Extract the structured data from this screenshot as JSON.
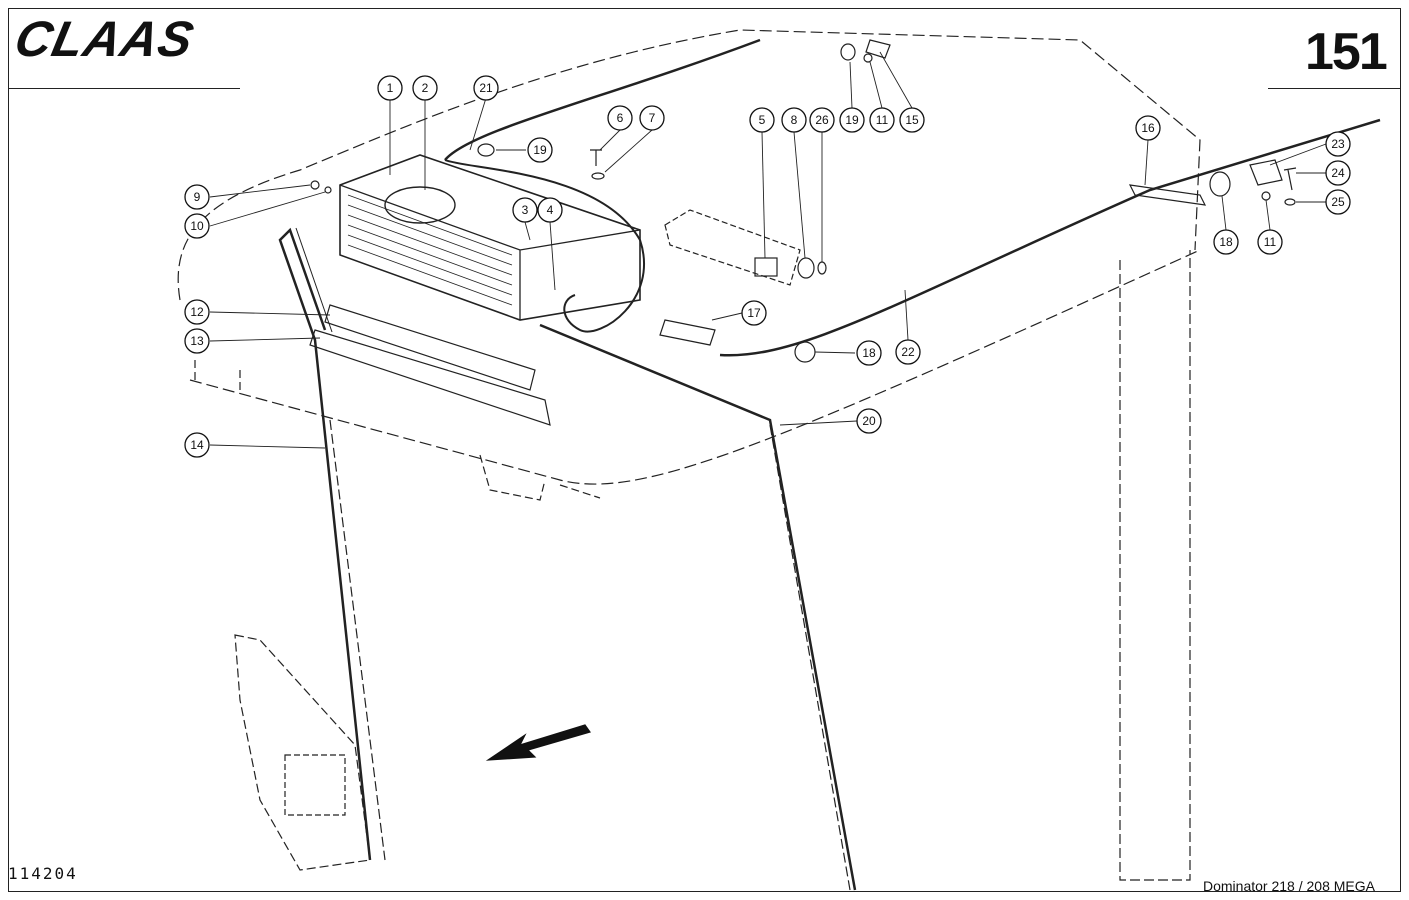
{
  "header": {
    "brand": "CLAAS",
    "page_number": "151"
  },
  "footer": {
    "figure_number": "114204",
    "model": "Dominator 218 / 208 MEGA"
  },
  "callouts": [
    {
      "id": "c1",
      "label": "1"
    },
    {
      "id": "c2",
      "label": "2"
    },
    {
      "id": "c3",
      "label": "3"
    },
    {
      "id": "c4",
      "label": "4"
    },
    {
      "id": "c5",
      "label": "5"
    },
    {
      "id": "c6",
      "label": "6"
    },
    {
      "id": "c7",
      "label": "7"
    },
    {
      "id": "c8",
      "label": "8"
    },
    {
      "id": "c26",
      "label": "26"
    },
    {
      "id": "c19a",
      "label": "19"
    },
    {
      "id": "c11a",
      "label": "11"
    },
    {
      "id": "c15",
      "label": "15"
    },
    {
      "id": "c21",
      "label": "21"
    },
    {
      "id": "c19b",
      "label": "19"
    },
    {
      "id": "c16",
      "label": "16"
    },
    {
      "id": "c23",
      "label": "23"
    },
    {
      "id": "c24",
      "label": "24"
    },
    {
      "id": "c25",
      "label": "25"
    },
    {
      "id": "c18a",
      "label": "18"
    },
    {
      "id": "c11b",
      "label": "11"
    },
    {
      "id": "c9",
      "label": "9"
    },
    {
      "id": "c10",
      "label": "10"
    },
    {
      "id": "c12",
      "label": "12"
    },
    {
      "id": "c13",
      "label": "13"
    },
    {
      "id": "c14",
      "label": "14"
    },
    {
      "id": "c17",
      "label": "17"
    },
    {
      "id": "c18b",
      "label": "18"
    },
    {
      "id": "c22",
      "label": "22"
    },
    {
      "id": "c20",
      "label": "20"
    }
  ]
}
